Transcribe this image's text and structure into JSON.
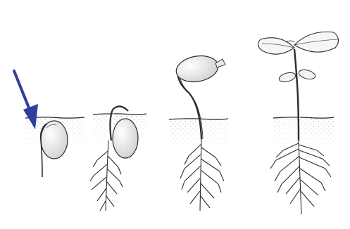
{
  "figure": {
    "stages": [
      {
        "stage": 1
      },
      {
        "stage": 2
      },
      {
        "stage": 3
      },
      {
        "stage": 4
      }
    ],
    "colors": {
      "ink": "#2b2b2b",
      "arrow": "#2f3f9e",
      "seed_fill": "#f2f2f2",
      "soil_dots": "#6d6d6d",
      "background": "#ffffff"
    },
    "icons": [
      "pointer-arrow-icon"
    ]
  }
}
